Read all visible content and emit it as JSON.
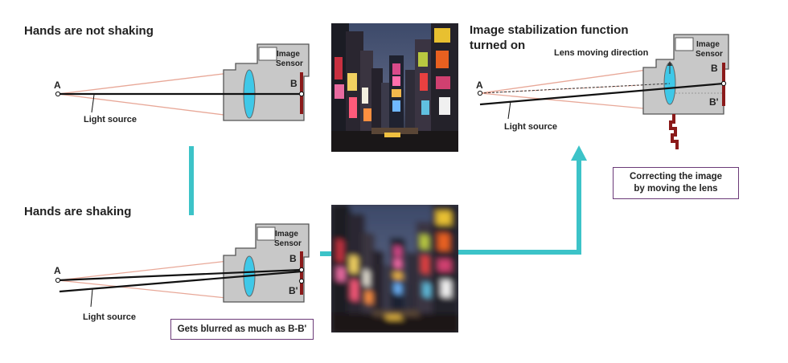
{
  "panels": {
    "not_shaking": {
      "title": "Hands are not shaking",
      "point_a": "A",
      "point_b": "B",
      "sensor_label_line1": "Image",
      "sensor_label_line2": "Sensor",
      "light_source": "Light source"
    },
    "shaking": {
      "title": "Hands are shaking",
      "point_a": "A",
      "point_b": "B",
      "point_b_prime": "B'",
      "sensor_label_line1": "Image",
      "sensor_label_line2": "Sensor",
      "light_source": "Light source",
      "note": "Gets blurred as much as B-B'"
    },
    "stabilized": {
      "title_line1": "Image stabilization function",
      "title_line2": "turned on",
      "point_a": "A",
      "point_b": "B",
      "point_b_prime": "B'",
      "sensor_label_line1": "Image",
      "sensor_label_line2": "Sensor",
      "lens_direction": "Lens moving direction",
      "light_source": "Light source",
      "note_line1": "Correcting the image",
      "note_line2": "by moving the lens"
    }
  },
  "colors": {
    "connector": "#3cc3c8",
    "camera_fill": "#c8c8c8",
    "lens_fill": "#3fc8e8",
    "sensor": "#8b1a1a",
    "ray": "#e8a898",
    "note_border": "#6b3a78"
  }
}
